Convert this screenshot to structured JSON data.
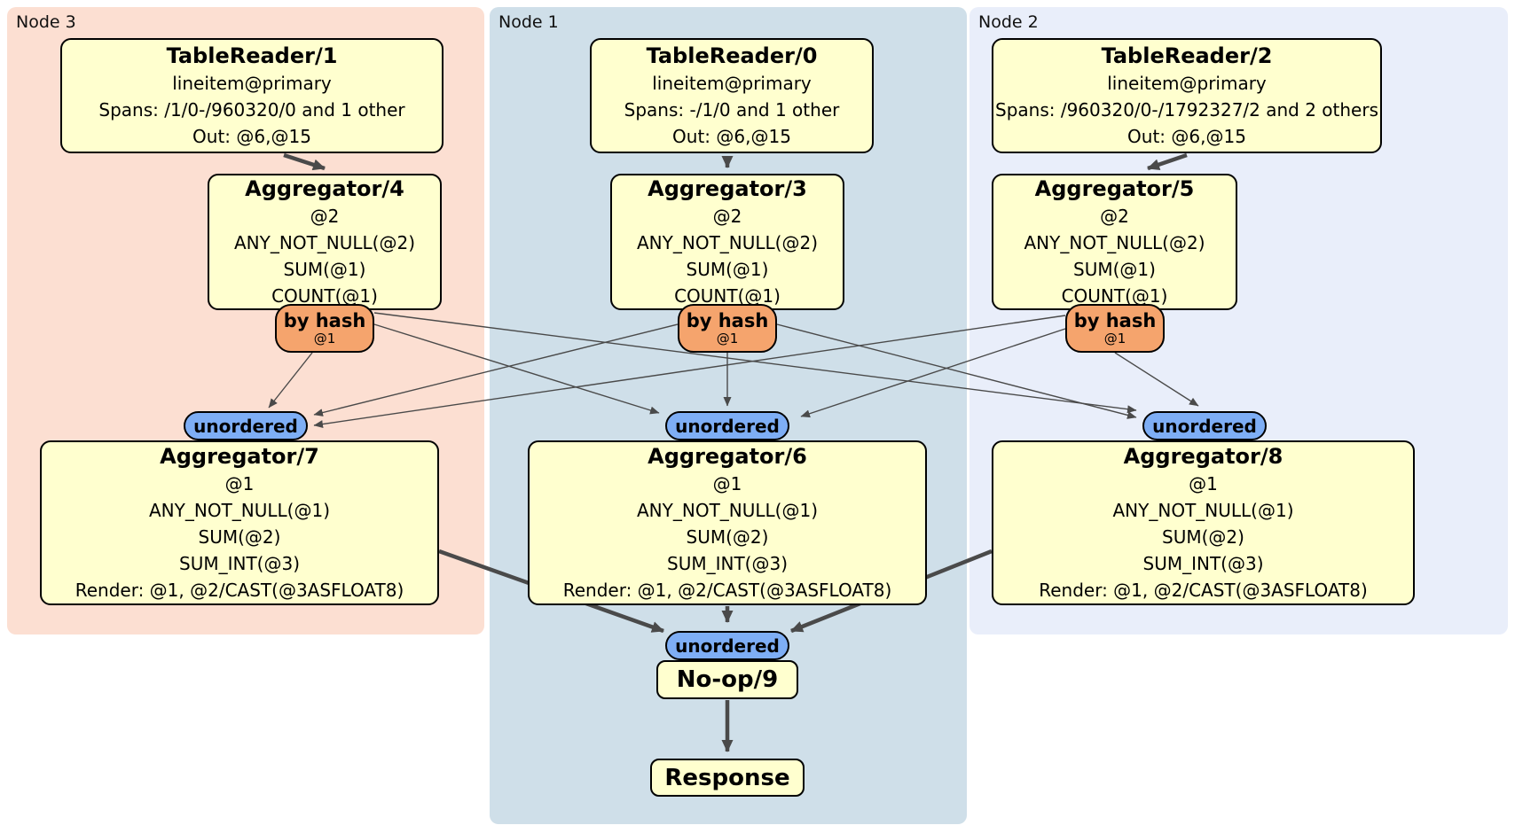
{
  "panels": {
    "node3": {
      "label": "Node 3"
    },
    "node1": {
      "label": "Node 1"
    },
    "node2": {
      "label": "Node 2"
    }
  },
  "boxes": {
    "tablereader1": {
      "title": "TableReader/1",
      "lines": [
        "lineitem@primary",
        "Spans: /1/0-/960320/0 and 1 other",
        "Out: @6,@15"
      ]
    },
    "tablereader0": {
      "title": "TableReader/0",
      "lines": [
        "lineitem@primary",
        "Spans: -/1/0 and 1 other",
        "Out: @6,@15"
      ]
    },
    "tablereader2": {
      "title": "TableReader/2",
      "lines": [
        "lineitem@primary",
        "Spans: /960320/0-/1792327/2 and 2 others",
        "Out: @6,@15"
      ]
    },
    "aggregator4": {
      "title": "Aggregator/4",
      "lines": [
        "@2",
        "ANY_NOT_NULL(@2)",
        "SUM(@1)",
        "COUNT(@1)"
      ]
    },
    "aggregator3": {
      "title": "Aggregator/3",
      "lines": [
        "@2",
        "ANY_NOT_NULL(@2)",
        "SUM(@1)",
        "COUNT(@1)"
      ]
    },
    "aggregator5": {
      "title": "Aggregator/5",
      "lines": [
        "@2",
        "ANY_NOT_NULL(@2)",
        "SUM(@1)",
        "COUNT(@1)"
      ]
    },
    "aggregator7": {
      "title": "Aggregator/7",
      "lines": [
        "@1",
        "ANY_NOT_NULL(@1)",
        "SUM(@2)",
        "SUM_INT(@3)",
        "Render: @1, @2/CAST(@3ASFLOAT8)"
      ]
    },
    "aggregator6": {
      "title": "Aggregator/6",
      "lines": [
        "@1",
        "ANY_NOT_NULL(@1)",
        "SUM(@2)",
        "SUM_INT(@3)",
        "Render: @1, @2/CAST(@3ASFLOAT8)"
      ]
    },
    "aggregator8": {
      "title": "Aggregator/8",
      "lines": [
        "@1",
        "ANY_NOT_NULL(@1)",
        "SUM(@2)",
        "SUM_INT(@3)",
        "Render: @1, @2/CAST(@3ASFLOAT8)"
      ]
    },
    "noop9": {
      "title": "No-op/9"
    },
    "response": {
      "title": "Response"
    }
  },
  "router": {
    "label": "by hash",
    "key": "@1"
  },
  "sync": {
    "label": "unordered"
  },
  "colors": {
    "node3_bg": "#fcdfd2",
    "node1_bg": "#cfdfe9",
    "node2_bg": "#e9eefa",
    "box_fill": "#ffffcf",
    "router_fill": "#f5a46d",
    "sync_fill": "#7eaef5",
    "edge": "#4a4a4a",
    "border": "#000000"
  }
}
